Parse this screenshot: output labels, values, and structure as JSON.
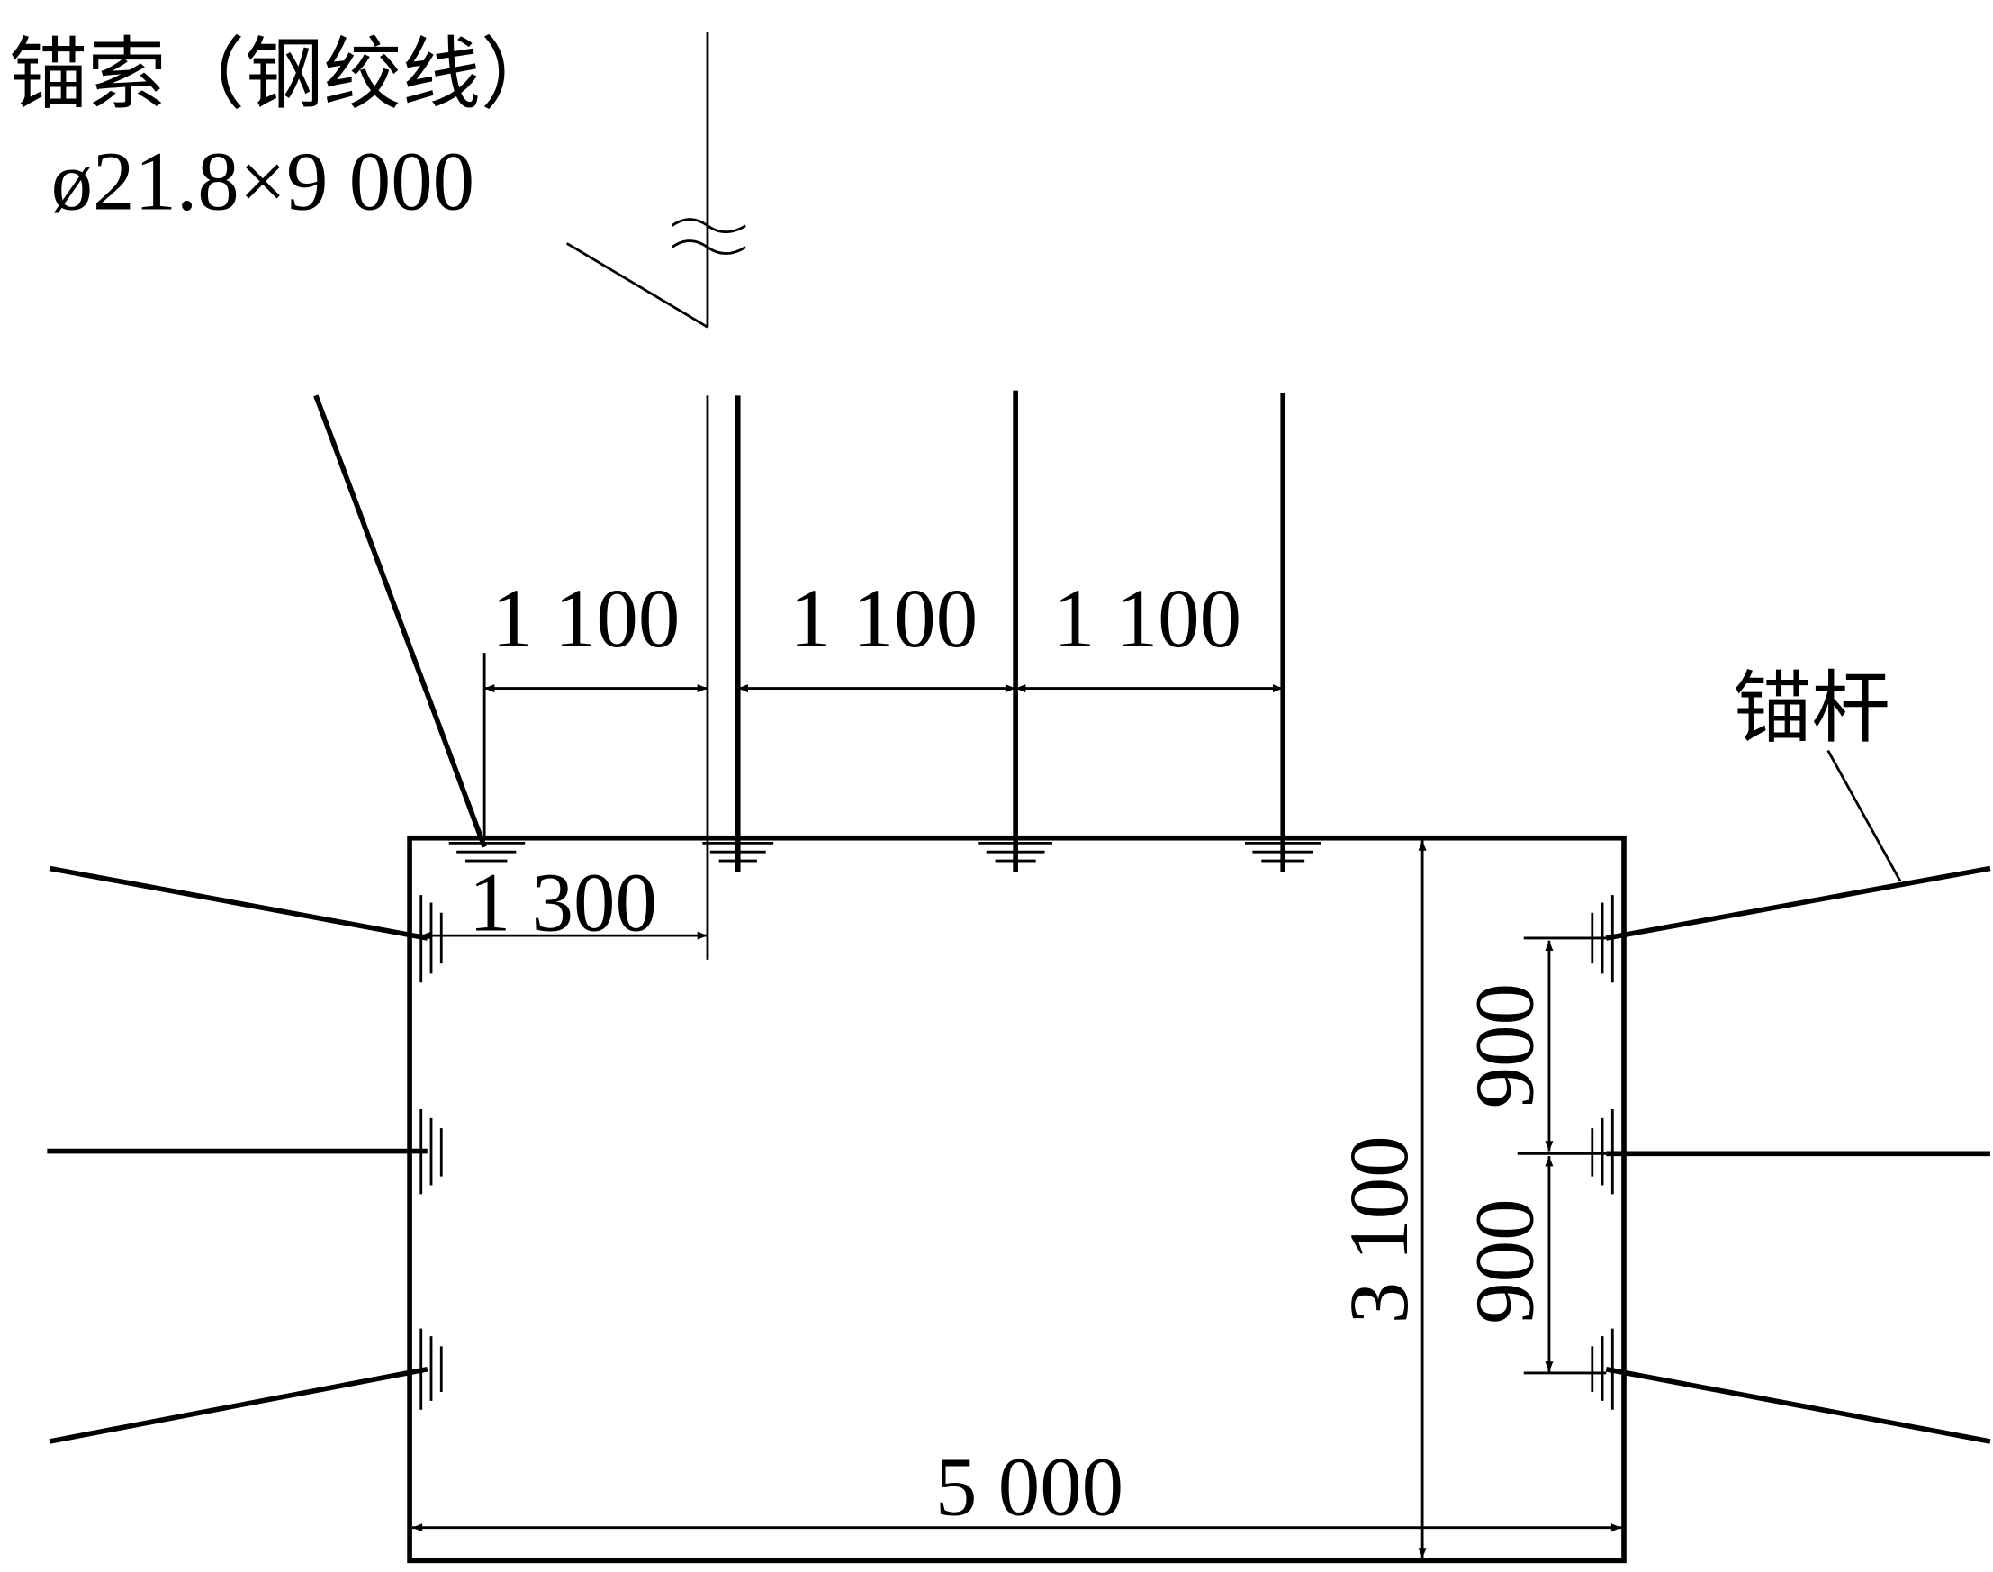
{
  "labels": {
    "anchor_cable": "锚索（钢绞线）",
    "anchor_cable_spec": "ø21.8×9 000",
    "anchor_bolt": "锚杆"
  },
  "dimensions": {
    "top_spacing_1": "1 100",
    "top_spacing_2": "1 100",
    "top_spacing_3": "1 100",
    "offset": "1 300",
    "height": "3 100",
    "width": "5 000",
    "right_spacing_upper": "900",
    "right_spacing_lower": "900"
  },
  "colors": {
    "line": "#000000",
    "background": "#ffffff"
  }
}
